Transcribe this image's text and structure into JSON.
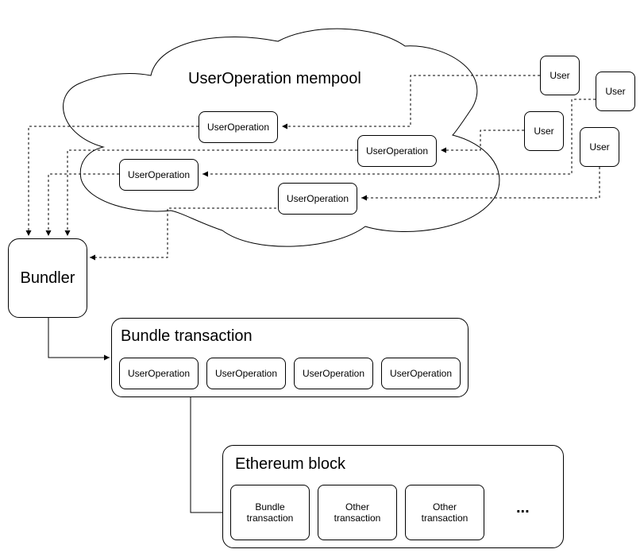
{
  "mempool": {
    "title": "UserOperation mempool",
    "user_operations": [
      "UserOperation",
      "UserOperation",
      "UserOperation",
      "UserOperation"
    ]
  },
  "users": [
    "User",
    "User",
    "User",
    "User"
  ],
  "bundler": {
    "label": "Bundler"
  },
  "bundle_transaction": {
    "title": "Bundle transaction",
    "user_operations": [
      "UserOperation",
      "UserOperation",
      "UserOperation",
      "UserOperation"
    ]
  },
  "ethereum_block": {
    "title": "Ethereum block",
    "items": [
      [
        "Bundle",
        "transaction"
      ],
      [
        "Other",
        "transaction"
      ],
      [
        "Other",
        "transaction"
      ]
    ],
    "more": "..."
  }
}
